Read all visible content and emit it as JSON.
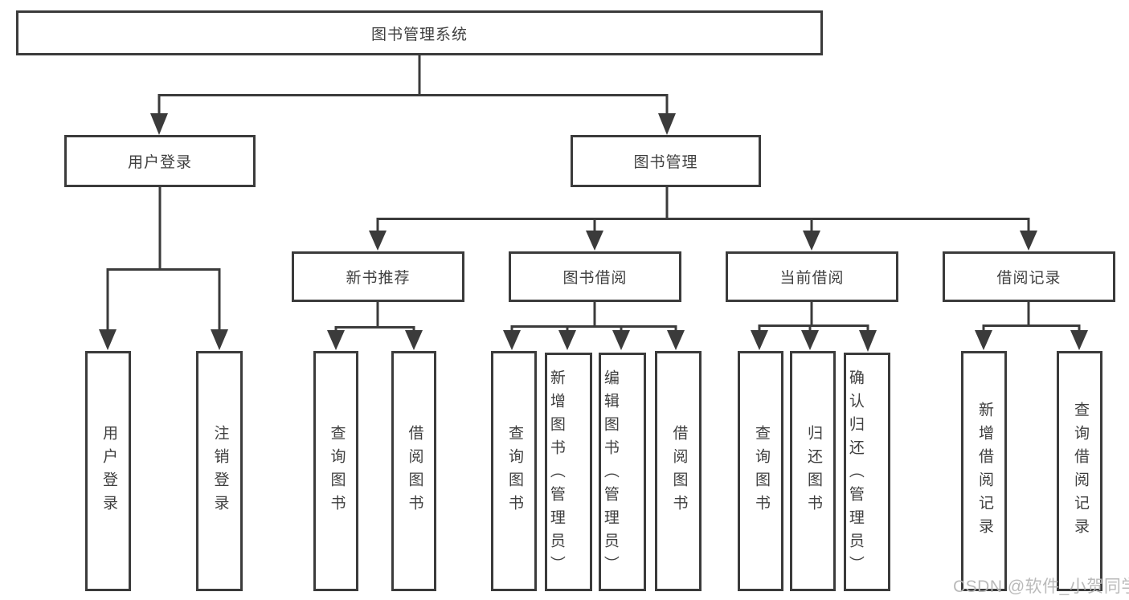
{
  "diagram": {
    "root": {
      "label": "图书管理系统"
    },
    "user_login": {
      "label": "用户登录",
      "children": [
        {
          "label": "用户登录"
        },
        {
          "label": "注销登录"
        }
      ]
    },
    "book_management": {
      "label": "图书管理",
      "sections": [
        {
          "label": "新书推荐",
          "children": [
            {
              "label": "查询图书"
            },
            {
              "label": "借阅图书"
            }
          ]
        },
        {
          "label": "图书借阅",
          "children": [
            {
              "label": "查询图书"
            },
            {
              "label": "新增图书（管理员）"
            },
            {
              "label": "编辑图书（管理员）"
            },
            {
              "label": "借阅图书"
            }
          ]
        },
        {
          "label": "当前借阅",
          "children": [
            {
              "label": "查询图书"
            },
            {
              "label": "归还图书"
            },
            {
              "label": "确认归还（管理员）"
            }
          ]
        },
        {
          "label": "借阅记录",
          "children": [
            {
              "label": "新增借阅记录"
            },
            {
              "label": "查询借阅记录"
            }
          ]
        }
      ]
    }
  },
  "watermark": {
    "text": "CSDN @软件_小贺同学"
  },
  "colors": {
    "line": "#3b3b3b",
    "text": "#3f3f3f",
    "watermark": "#b6b6b6",
    "background": "#ffffff"
  }
}
